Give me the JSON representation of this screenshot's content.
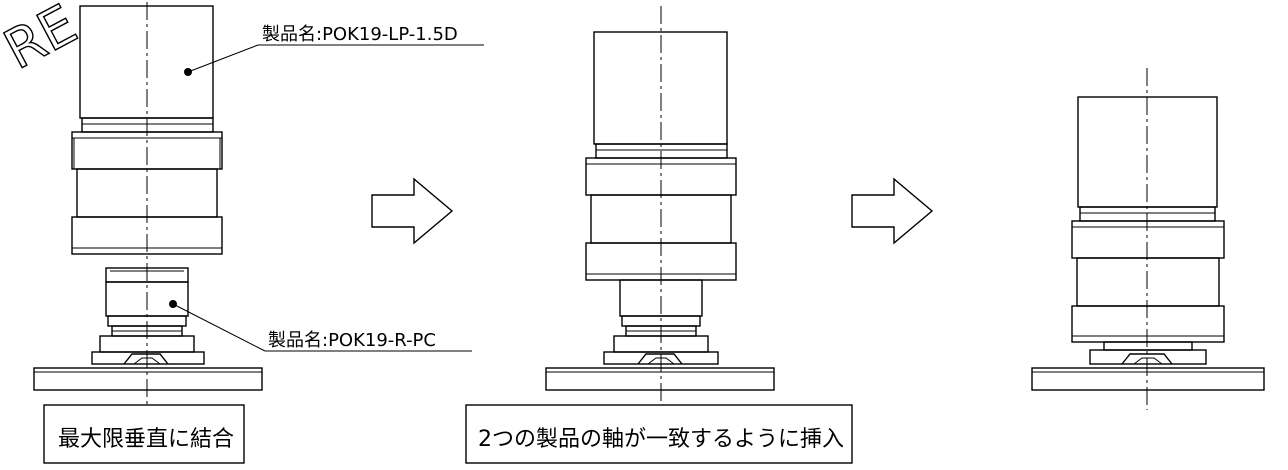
{
  "watermark": "RE",
  "labels": {
    "plug_name": "製品名:POK19-LP-1.5D",
    "receptacle_name": "製品名:POK19-R-PC"
  },
  "steps": {
    "step1_caption": "最大限垂直に結合",
    "step2_caption": "2つの製品の軸が一致するように挿入"
  },
  "icons": [
    "right-arrow-icon",
    "right-arrow-icon"
  ]
}
